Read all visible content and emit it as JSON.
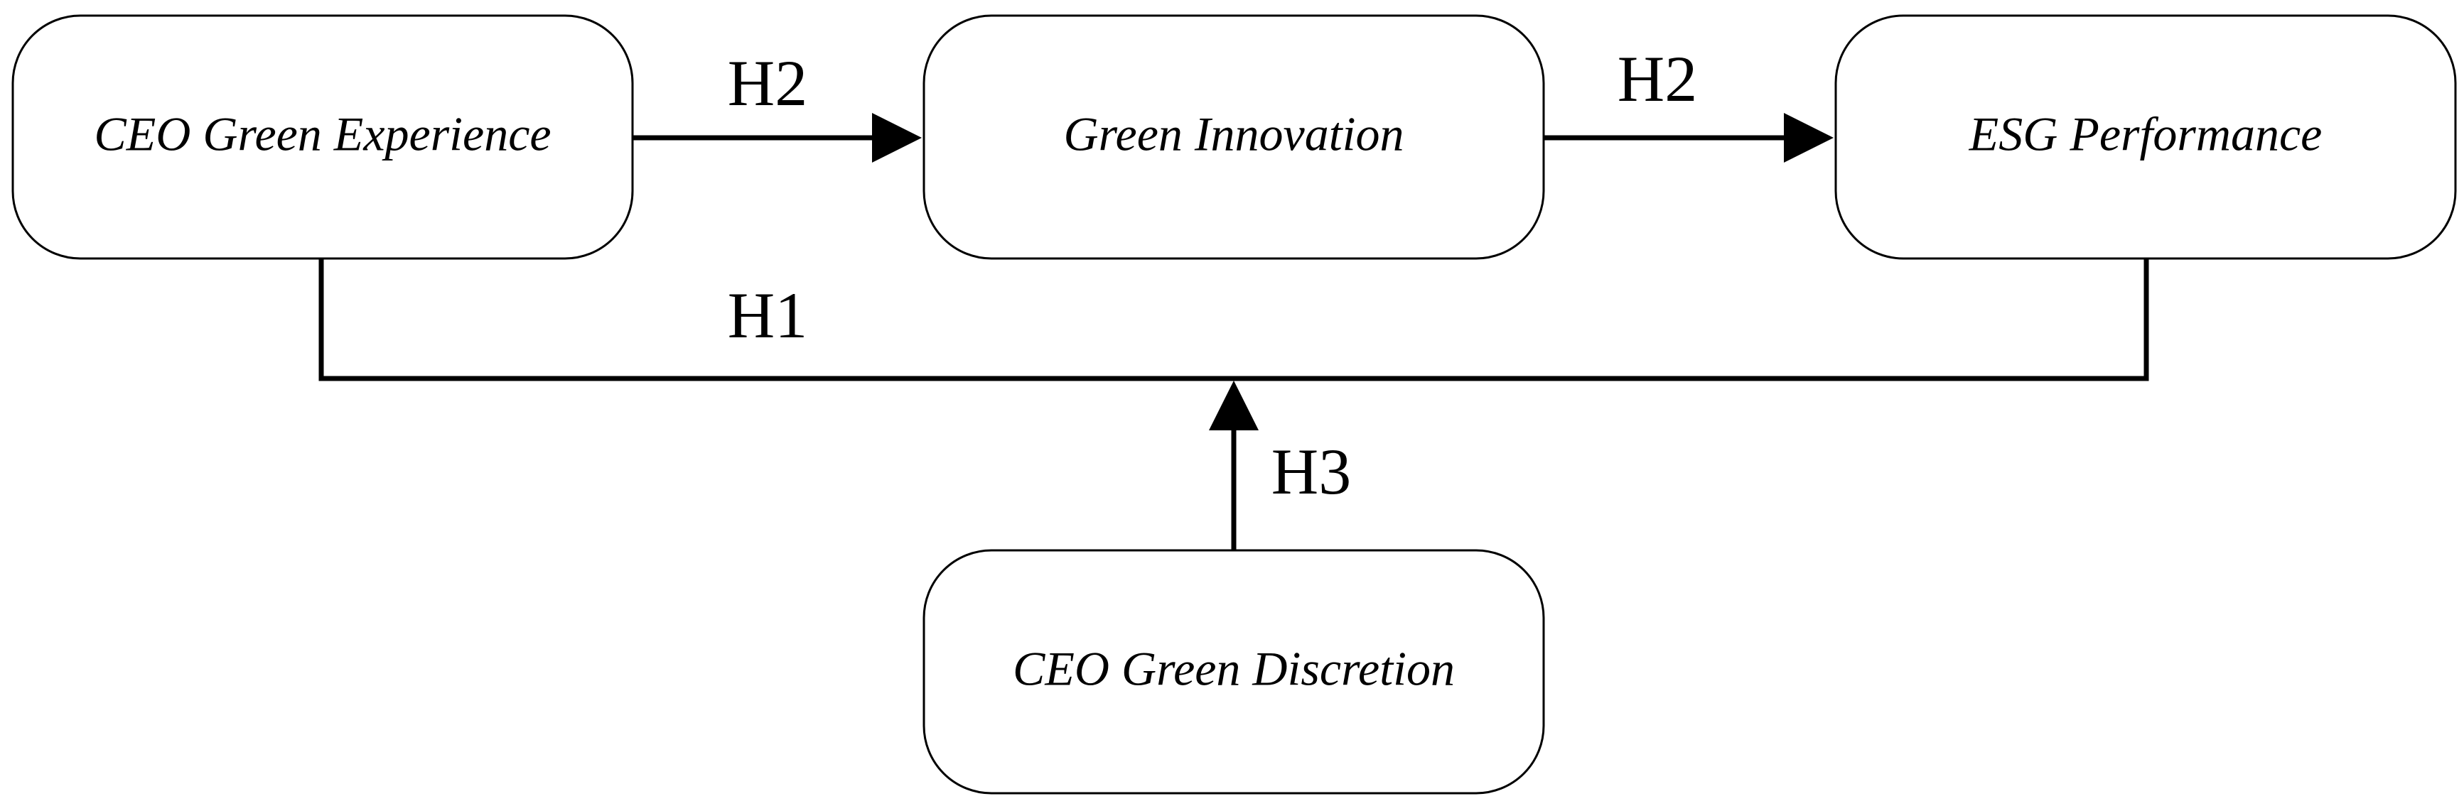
{
  "diagram": {
    "nodes": {
      "ceo_green_experience": "CEO Green Experience",
      "green_innovation": "Green Innovation",
      "esg_performance": "ESG Performance",
      "ceo_green_discretion": "CEO Green Discretion"
    },
    "hypotheses": {
      "h2_first": "H2",
      "h2_second": "H2",
      "h1": "H1",
      "h3": "H3"
    }
  }
}
